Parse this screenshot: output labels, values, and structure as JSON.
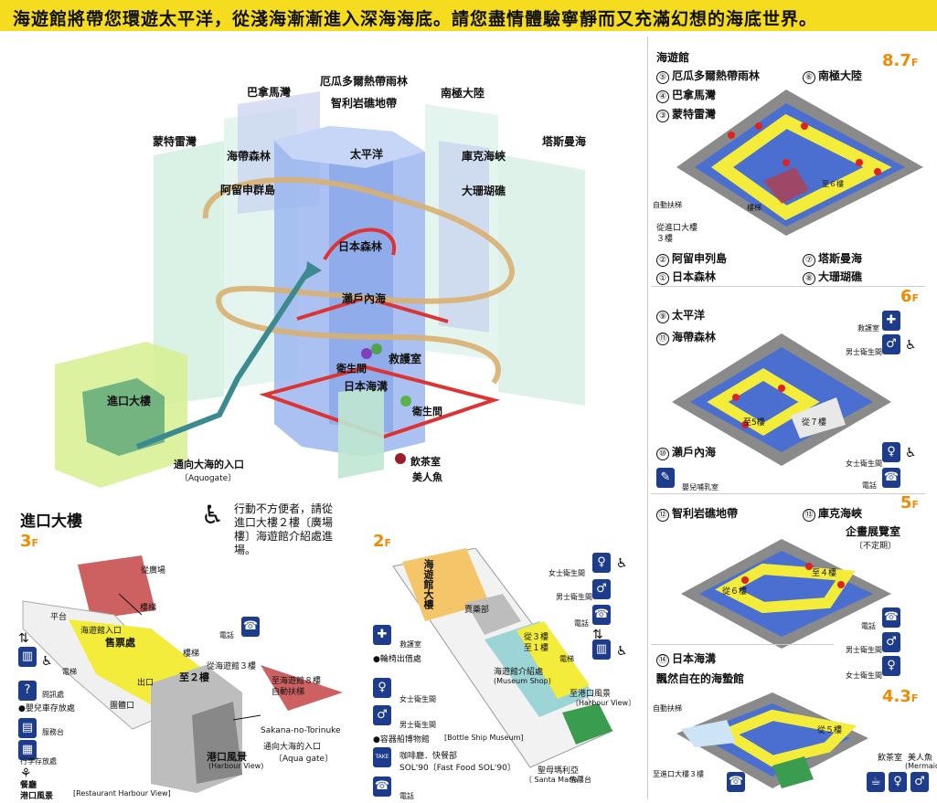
{
  "banner": {
    "text": "海遊館將帶您環遊太平洋，從淺海漸漸進入深海海底。請您盡情體驗寧靜而又充滿幻想的海底世界。"
  },
  "center_map": {
    "labels": {
      "panama": "巴拿馬灣",
      "ecuador": "厄瓜多爾熱帶雨林",
      "chile": "智利岩礁地帶",
      "antarctica": "南極大陸",
      "monterey": "蒙特雷灣",
      "kelp": "海帶森林",
      "pacific": "太平洋",
      "cook": "庫克海峽",
      "tasman": "塔斯曼海",
      "aleutian": "阿留申群島",
      "reef": "大珊瑚礁",
      "japan_forest": "日本森林",
      "seto": "瀨戶內海",
      "first_aid": "救護室",
      "toilet1": "衛生間",
      "japan_trench": "日本海溝",
      "toilet2": "衛生間",
      "entrance_bldg": "進口大樓",
      "aquagate": "通向大海的入口",
      "aquagate_en": "〔Aquogate〕",
      "cafe": "飲茶室",
      "mermaid": "美人魚"
    }
  },
  "entrance": {
    "title": "進口大樓",
    "floor": "3",
    "floor_unit": "F",
    "access_note": [
      "行動不方便者，請從",
      "進口大樓２樓〔廣場",
      "樓〕海遊館介紹處進",
      "場。"
    ],
    "labels": {
      "from_plaza": "從廣場",
      "stairs1": "樓梯",
      "platform": "平台",
      "aquarium_entrance": "海遊館入口",
      "ticket": "售票處",
      "stairs2": "樓梯",
      "from_3f": "從海遊館３樓",
      "to_8f": "至海遊館８樓",
      "escalator": "自動扶梯",
      "to_2f": "至２樓",
      "exit": "出口",
      "group_exit": "團體口",
      "harbour": "港口風景",
      "harbour_en": "(Harbour View)",
      "sakana": "Sakana-no-Torinuke",
      "aqua_gate": "通向大海的入口",
      "aqua_gate_en": "〔Aqua gate〕",
      "phone": "電話",
      "elevator": "電梯",
      "inquiry": "問訊處",
      "stroller": "●嬰兒車存放處",
      "service": "服務台",
      "luggage": "行李存放處",
      "restaurant": "餐廳",
      "restaurant_name": "港口風景",
      "restaurant_en": "[Restaurant Harbour View]"
    }
  },
  "second": {
    "floor": "2",
    "floor_unit": "F",
    "labels": {
      "aquarium_bldg": "海遊館大樓",
      "shop": "賣藥部",
      "from_3f": "從３樓",
      "to_1f": "至１樓",
      "museum_store": "海遊館介紹處",
      "museum_en": "(Museum Shop)",
      "to_harbour": "至港口風景",
      "harbour_en": "〔Harbour View〕",
      "santa_maria": "聖母瑪利亞",
      "santa_en": "〔 Santa Maria 〕",
      "ticket2": "售票台",
      "first_aid": "救護室",
      "wheelchair": "●輪椅出借處",
      "ladies": "女士衛生間",
      "men": "男士衛生間",
      "museum": "●容器船博物館",
      "museum2_en": "[Bottle Ship Museum]",
      "cafe": "咖啡廳．快餐部",
      "sol": "SOL'90〔Fast Food SOL'90〕",
      "phone": "電話",
      "women_r": "女士衛生間",
      "men_r": "男士衛生間",
      "phone_r": "電話",
      "elevator_r": "電梯",
      "takeout": "TAKE OUT"
    }
  },
  "f8": {
    "building": "海遊館",
    "floor": "8.7",
    "floor_unit": "F",
    "items": [
      {
        "num": "⑤",
        "label": "厄瓜多爾熱帶雨林"
      },
      {
        "num": "④",
        "label": "巴拿馬灣"
      },
      {
        "num": "③",
        "label": "蒙特雷灣"
      },
      {
        "num": "⑥",
        "label": "南極大陸"
      },
      {
        "num": "②",
        "label": "阿留申列島"
      },
      {
        "num": "①",
        "label": "日本森林"
      },
      {
        "num": "⑦",
        "label": "塔斯曼海"
      },
      {
        "num": "⑧",
        "label": "大珊瑚礁"
      }
    ],
    "escalator": "自動扶梯",
    "stairs": "樓梯",
    "from_entrance": "從進口大樓",
    "from_3f": "３樓",
    "to_6f": "至６樓"
  },
  "f6": {
    "floor": "6",
    "floor_unit": "F",
    "items": [
      {
        "num": "⑨",
        "label": "太平洋"
      },
      {
        "num": "⑪",
        "label": "海帶森林"
      },
      {
        "num": "⑩",
        "label": "瀨戶內海"
      }
    ],
    "first_aid": "救護室",
    "men": "男士衛生間",
    "women": "女士衛生間",
    "phone": "電話",
    "baby": "嬰兒哺乳室",
    "to_5f": "至5樓",
    "from_7f": "從７樓"
  },
  "f5": {
    "floor": "5",
    "floor_unit": "F",
    "items": [
      {
        "num": "⑫",
        "label": "智利岩礁地帶"
      },
      {
        "num": "⑬",
        "label": "庫克海峽"
      }
    ],
    "exhibit": "企畫展覽室",
    "exhibit_sub": "〔不定期〕",
    "to_4f": "至４樓",
    "from_6f": "從６樓",
    "phone": "電話",
    "men": "男士衛生間",
    "women": "女士衛生間"
  },
  "f4": {
    "floor": "4.3",
    "floor_unit": "F",
    "items": [
      {
        "num": "⑭",
        "label": "日本海溝"
      }
    ],
    "subtitle": "飄然自在的海蟄館",
    "escalator": "自動扶梯",
    "from_5f": "從５樓",
    "to_entrance": "至進口大樓３樓",
    "cafe": "飲茶室",
    "mermaid": "美人魚",
    "mermaid_en": "(Mermaid)"
  },
  "colors": {
    "banner": "#f5dc1e",
    "accent": "#f08a00",
    "floor_blue": "#4a6fd0",
    "path_yellow": "#f4ec3a",
    "icon_blue": "#1e3c8c"
  }
}
